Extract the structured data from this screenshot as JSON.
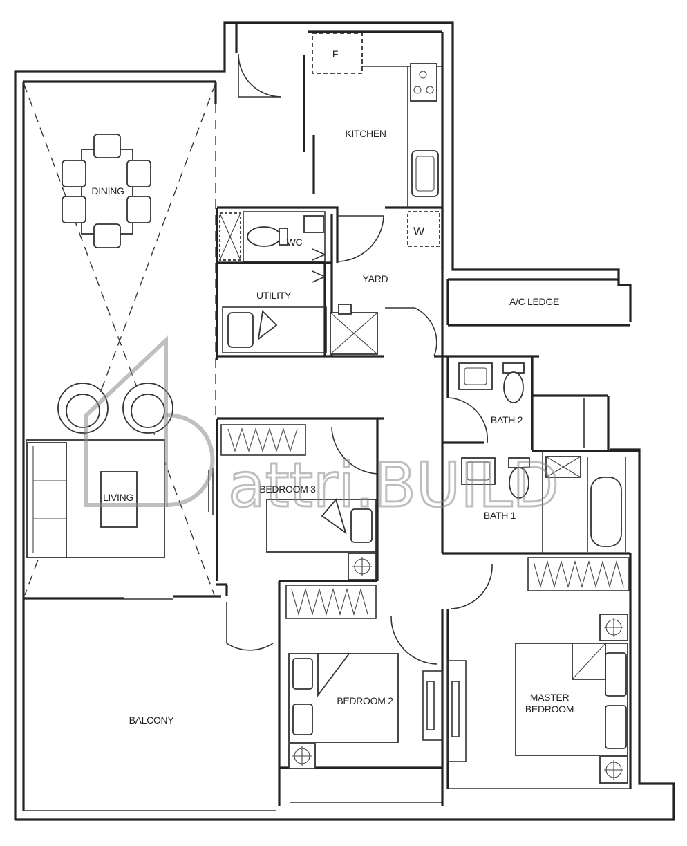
{
  "rooms": {
    "dining": "DINING",
    "kitchen": "KITCHEN",
    "wc": "WC",
    "utility": "UTILITY",
    "yard": "YARD",
    "ac_ledge": "A/C LEDGE",
    "bath2": "BATH 2",
    "bath1": "BATH 1",
    "living": "LIVING",
    "bedroom3": "BEDROOM 3",
    "bedroom2": "BEDROOM 2",
    "master_line1": "MASTER",
    "master_line2": "BEDROOM",
    "balcony": "BALCONY"
  },
  "appliances": {
    "fridge": "F",
    "washer": "W"
  },
  "watermark": {
    "text": "attri.BUILD"
  }
}
